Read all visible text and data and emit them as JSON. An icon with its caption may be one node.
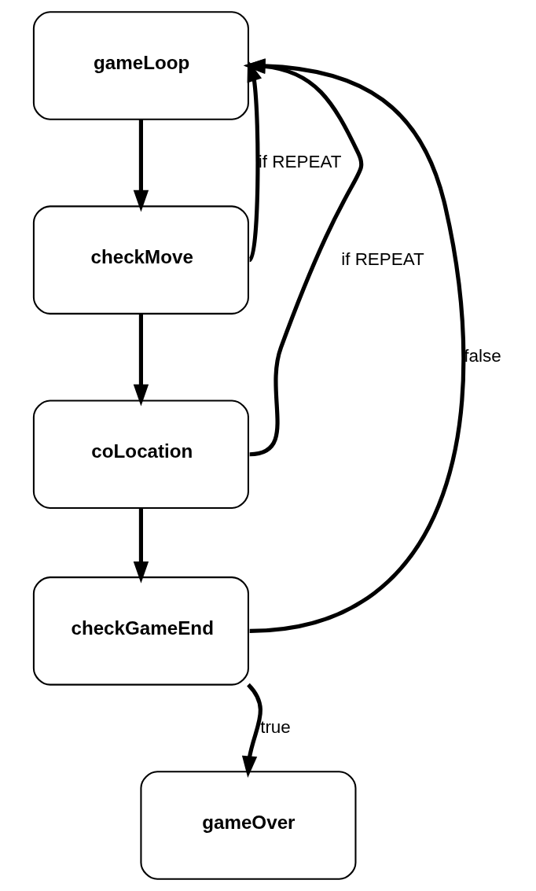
{
  "diagram": {
    "nodes": [
      {
        "text": [
          "gameLoop"
        ]
      },
      {
        "text": [
          "checkMove"
        ]
      },
      {
        "text": [
          "coLocation"
        ]
      },
      {
        "text": [
          "checkGameEnd"
        ]
      },
      {
        "text": [
          "gameOver"
        ]
      }
    ],
    "edges": [
      {
        "from": 0,
        "to": 1,
        "arrow": "to"
      },
      {
        "from": 1,
        "to": 0,
        "arrow": "to",
        "label": "if REPEAT"
      },
      {
        "from": 1,
        "to": 2,
        "arrow": "to"
      },
      {
        "from": 2,
        "to": 0,
        "arrow": "to",
        "label": "if REPEAT"
      },
      {
        "from": 2,
        "to": 3,
        "arrow": "to"
      },
      {
        "from": 3,
        "to": 0,
        "arrow": "to",
        "label": "false"
      },
      {
        "from": 3,
        "to": 4,
        "arrow": "to",
        "label": "true"
      }
    ]
  }
}
